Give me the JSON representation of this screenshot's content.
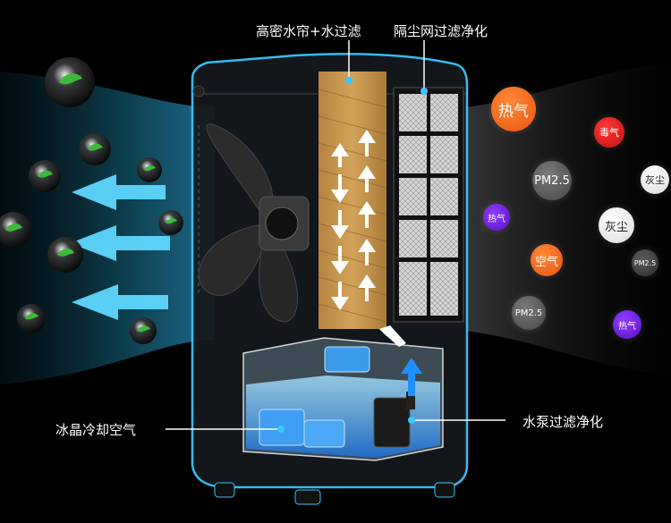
{
  "labels": {
    "top_filter": "高密水帘+水过滤",
    "top_dust": "隔尘网过滤净化",
    "ice_crystal": "冰晶冷却空气",
    "water_pump": "水泵过滤净化"
  },
  "pollutants": [
    {
      "text": "热气",
      "style": "b-orange"
    },
    {
      "text": "毒气",
      "style": "b-red"
    },
    {
      "text": "PM2.5",
      "style": "b-gray"
    },
    {
      "text": "灰尘",
      "style": "b-white"
    },
    {
      "text": "热气",
      "style": "b-purple"
    },
    {
      "text": "灰尘",
      "style": "b-white"
    },
    {
      "text": "空气",
      "style": "b-orange"
    },
    {
      "text": "PM2.5",
      "style": "b-dark"
    },
    {
      "text": "PM2.5",
      "style": "b-gray"
    },
    {
      "text": "热气",
      "style": "b-purple"
    }
  ],
  "colors": {
    "outline": "#39c6ff",
    "arrow": "#5fd7ff",
    "leaf": "#3dbb3a"
  }
}
